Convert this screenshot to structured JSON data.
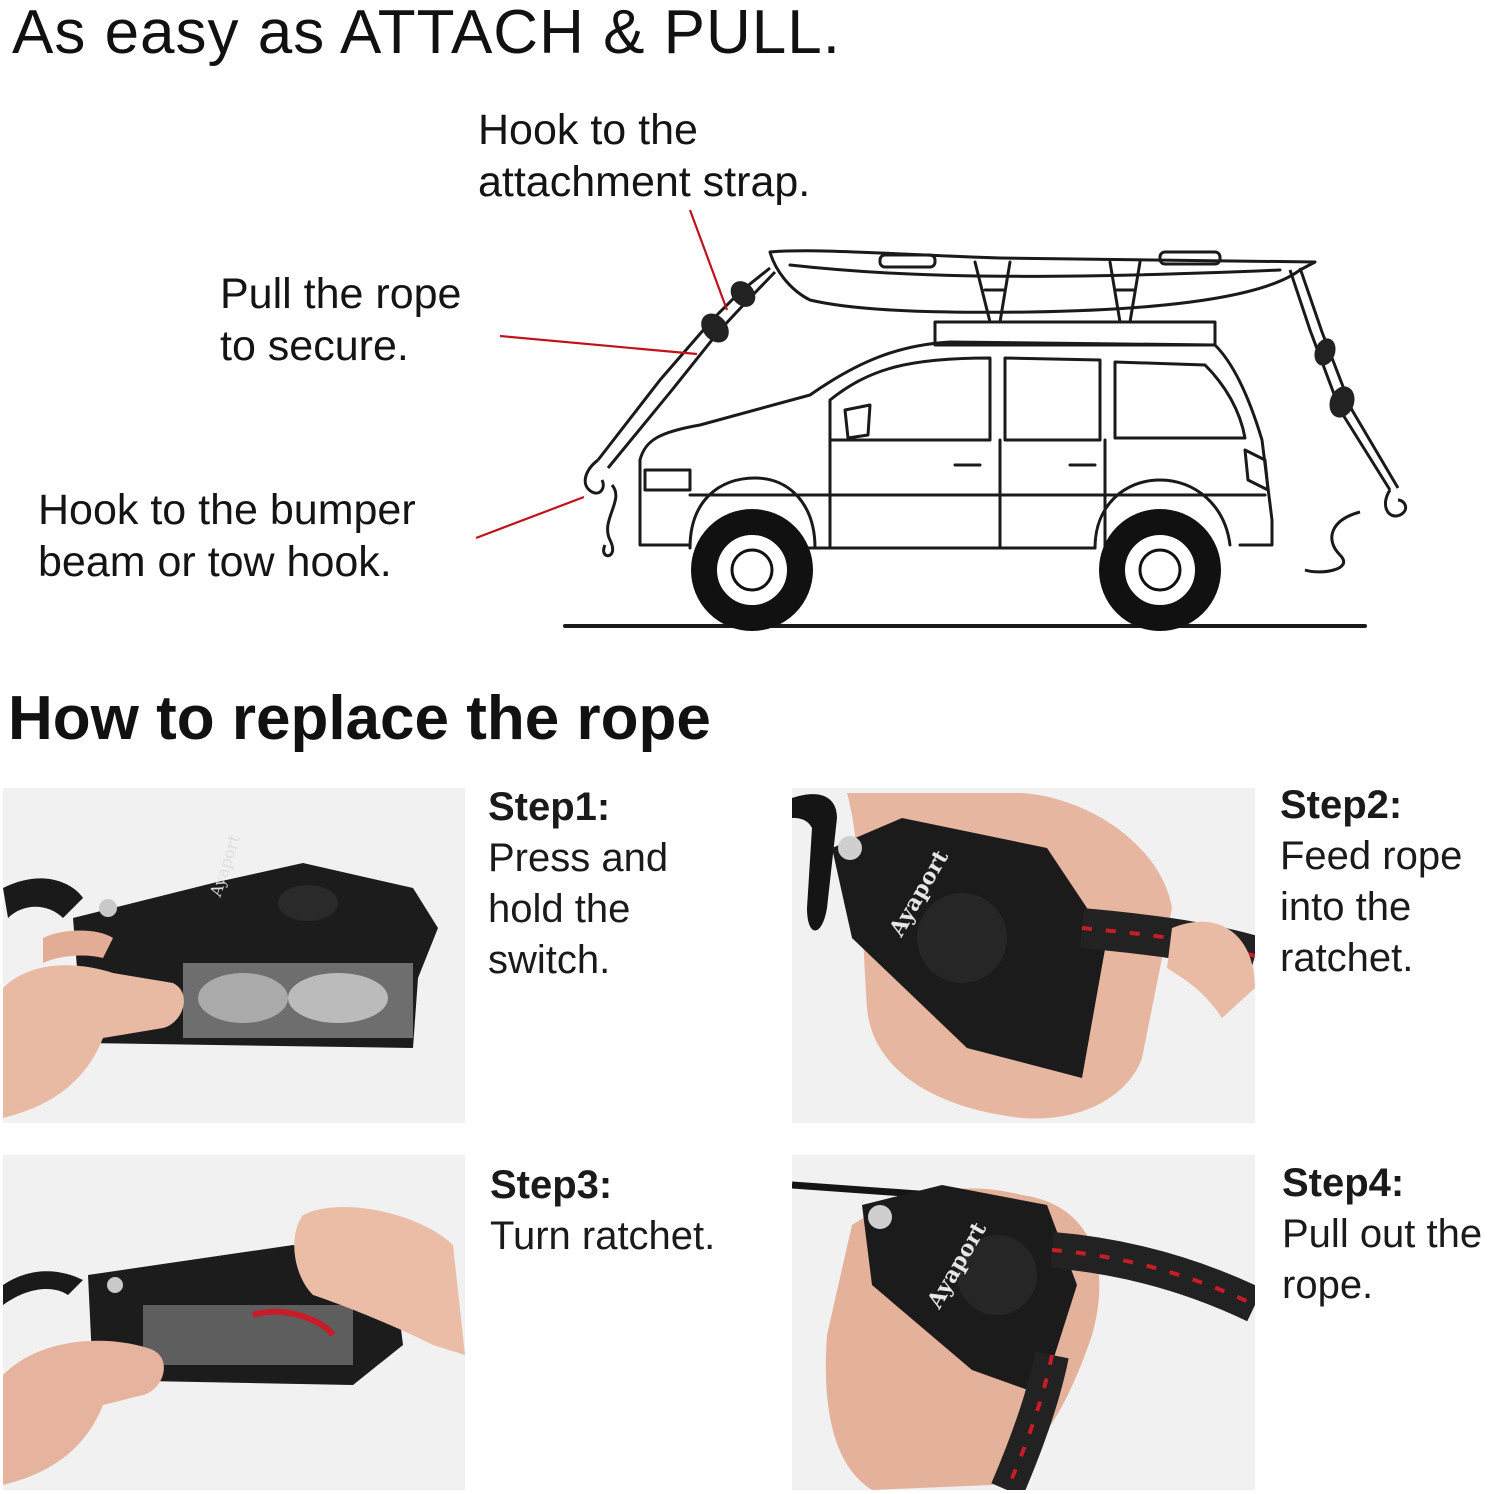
{
  "heading_top": "As easy as ATTACH & PULL.",
  "callouts": {
    "strap": [
      "Hook to the",
      "attachment strap."
    ],
    "pull": [
      "Pull the rope",
      "to secure."
    ],
    "bumper": [
      "Hook to the bumper",
      "beam or tow hook."
    ]
  },
  "heading_replace": "How to replace the rope",
  "steps": [
    {
      "label": "Step1:",
      "text": [
        "Press and",
        "hold the",
        "switch."
      ]
    },
    {
      "label": "Step2:",
      "text": [
        "Feed rope",
        "into the",
        "ratchet."
      ]
    },
    {
      "label": "Step3:",
      "text": [
        "Turn ratchet."
      ]
    },
    {
      "label": "Step4:",
      "text": [
        "Pull out the",
        "rope."
      ]
    }
  ],
  "brand_logo": "Ayaport",
  "colors": {
    "callout_line": "#c0121c",
    "rope_red": "#c81c28",
    "device": "#1c1c1c"
  }
}
